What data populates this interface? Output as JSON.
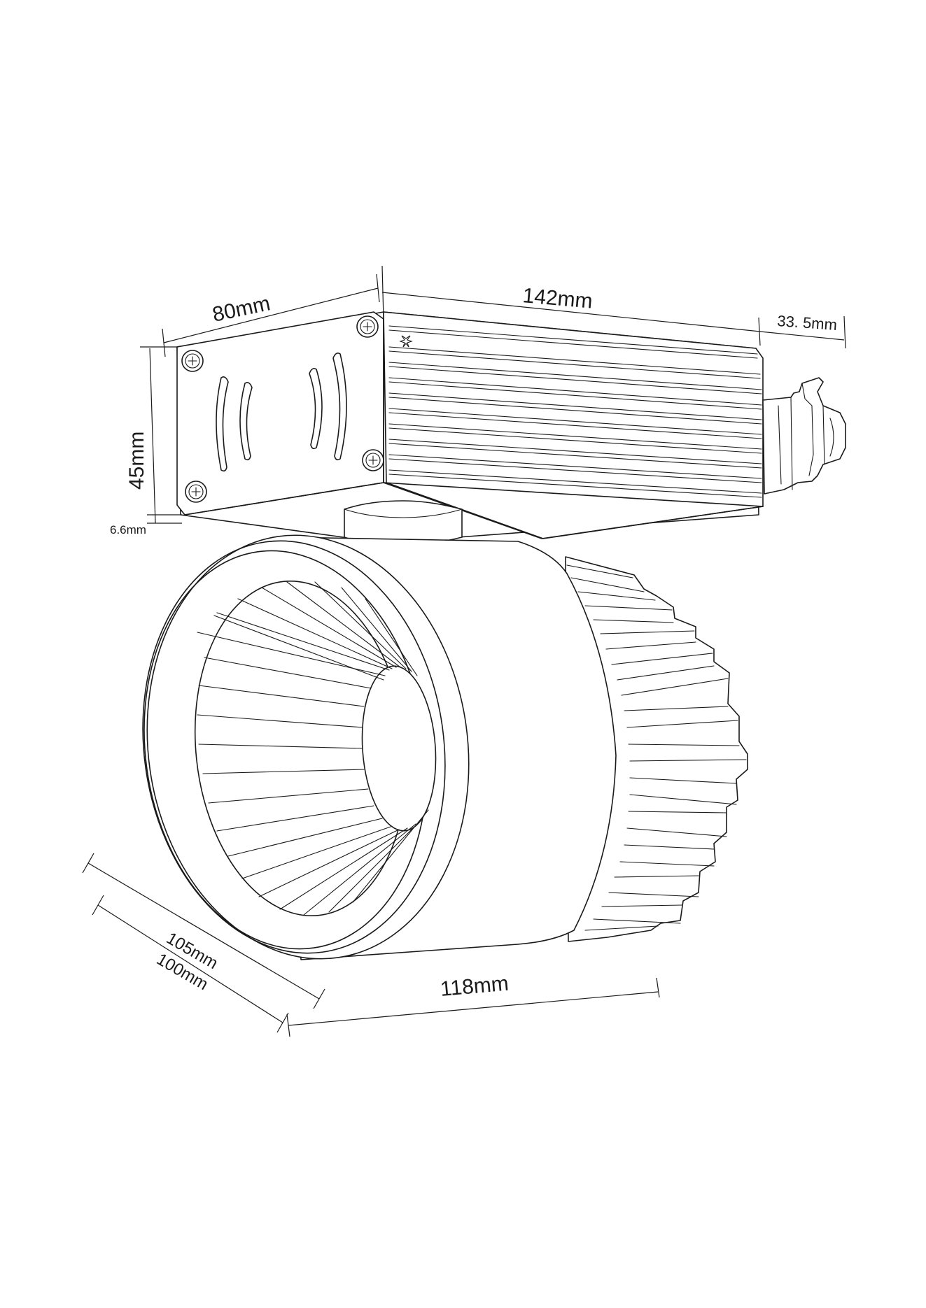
{
  "drawing": {
    "colors": {
      "line": "#1a1a1a",
      "background": "#ffffff"
    },
    "dimensions": {
      "width_top": "80mm",
      "length": "142mm",
      "connector": "33. 5mm",
      "height": "45mm",
      "offset": "6.6mm",
      "diameter_outer": "105mm",
      "diameter_inner": "100mm",
      "depth": "118mm"
    }
  }
}
